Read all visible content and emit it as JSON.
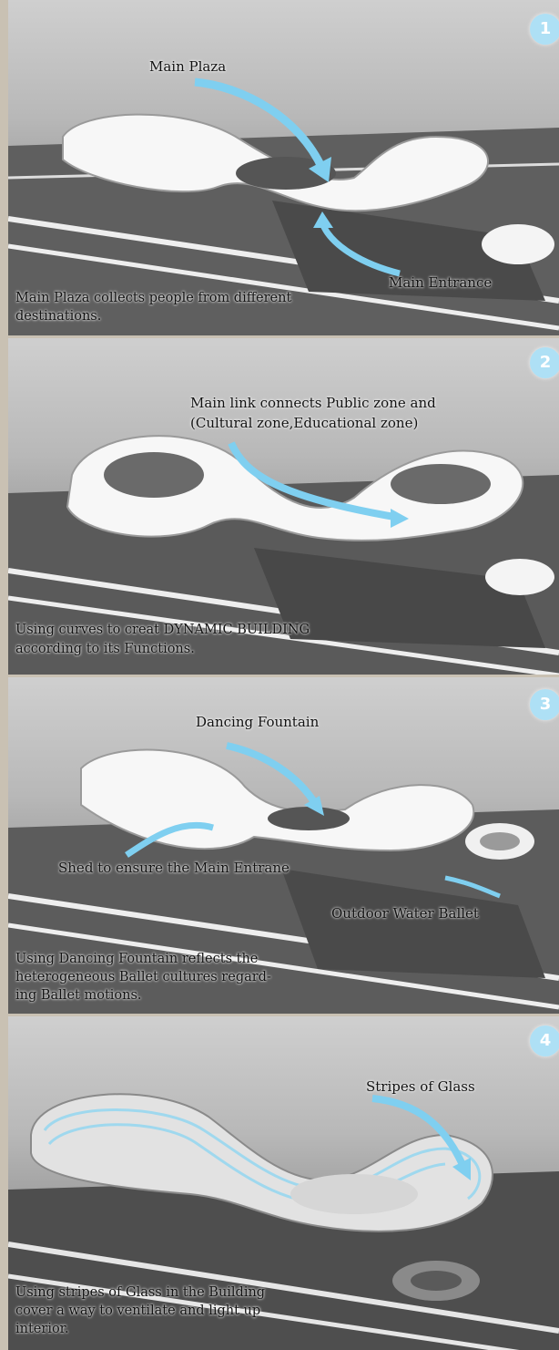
{
  "panels": [
    {
      "number": "1",
      "labels": [
        "Main Plaza",
        "Main Entrance"
      ],
      "caption": [
        "Main Plaza collects people from different",
        "destinations."
      ]
    },
    {
      "number": "2",
      "labels": [
        "Main link connects Public zone and",
        "(Cultural zone,Educational zone)"
      ],
      "caption": [
        "Using curves to creat DYNAMIC BUILDING",
        "according to its Functions."
      ]
    },
    {
      "number": "3",
      "labels": [
        "Dancing Fountain",
        "Shed to ensure the Main Entrane",
        "Outdoor Water Ballet"
      ],
      "caption": [
        "Using Dancing Fountain reflects the",
        "heterogeneous Ballet cultures regard-",
        "ing Ballet motions."
      ]
    },
    {
      "number": "4",
      "labels": [
        "Stripes of Glass"
      ],
      "caption": [
        "Using stripes of Glass in the Building",
        "cover a way to ventilate and light up",
        "interior."
      ]
    }
  ],
  "colors": {
    "arrow": "#7fcff0",
    "badge": "#aee0f5",
    "frame": "#c9c1b3"
  }
}
